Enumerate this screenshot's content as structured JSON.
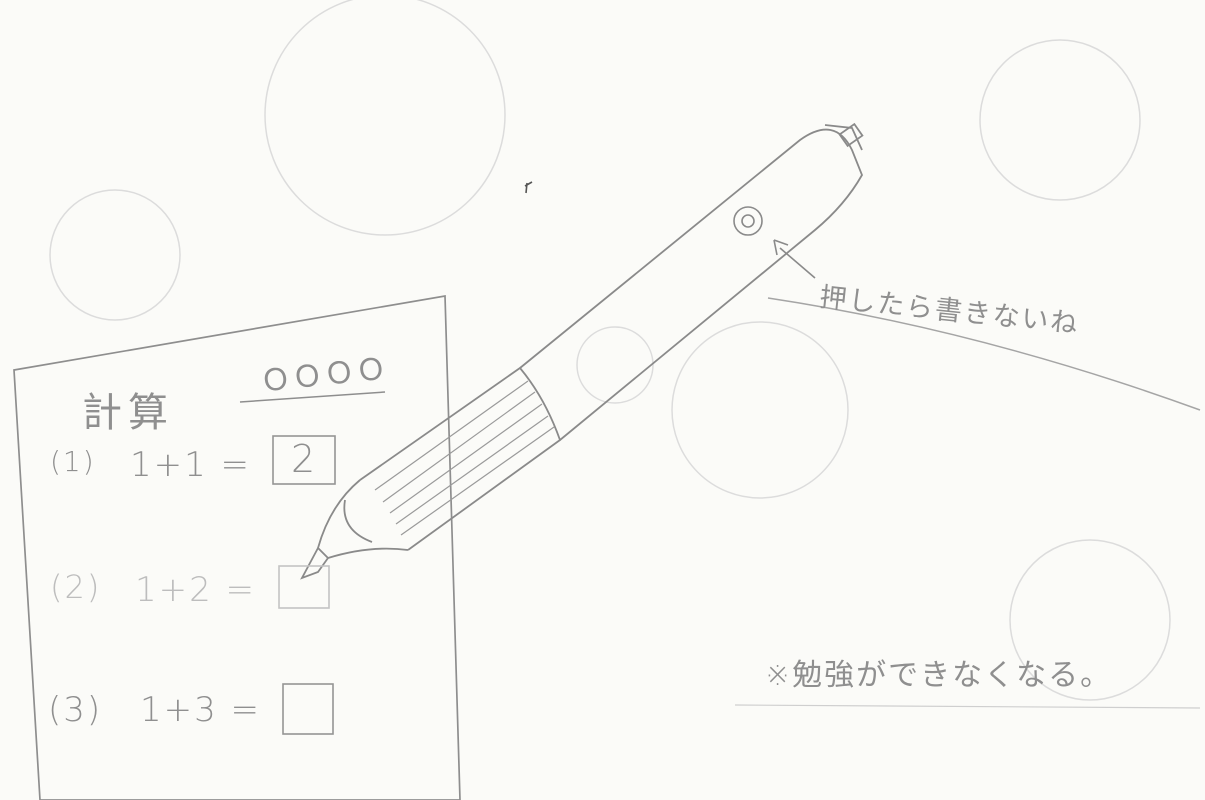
{
  "worksheet": {
    "name_line": "ＯＯＯＯ",
    "title": "計算",
    "problems": [
      {
        "num": "(1)",
        "expr": "1+1 =",
        "answer": "2"
      },
      {
        "num": "(2)",
        "expr": "1+2 =",
        "answer": ""
      },
      {
        "num": "(3)",
        "expr": "1+3 =",
        "answer": ""
      }
    ]
  },
  "annotations": {
    "button_note": "押したら書きないね",
    "footnote": "※勉強ができなくなる。"
  },
  "colors": {
    "pencil_line": "#8c8c8c",
    "faint_line": "#d4d4d4",
    "paper": "#fbfbf8"
  }
}
